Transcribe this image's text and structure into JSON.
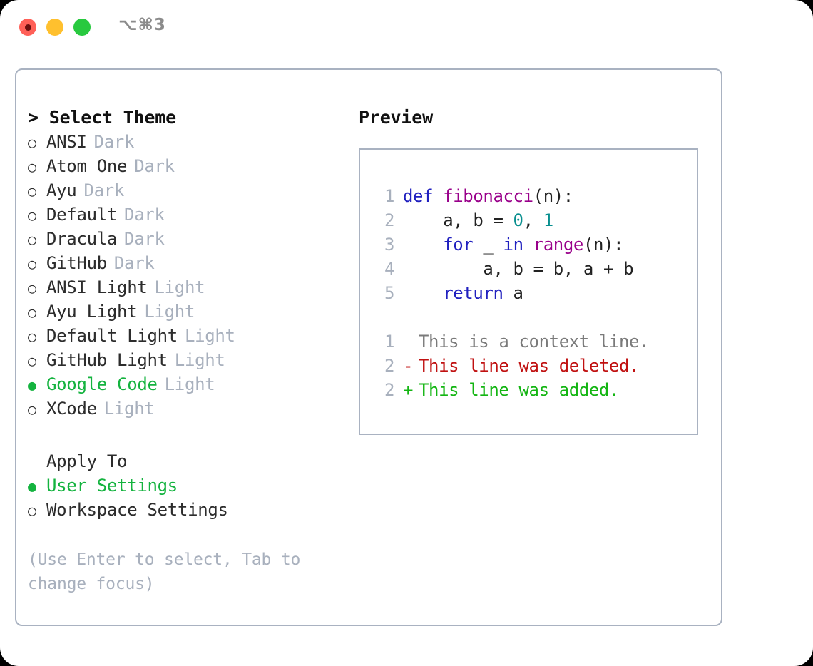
{
  "window": {
    "shortcut_label": "⌥⌘3",
    "traffic_lights": [
      {
        "name": "close",
        "color": "#ff6058"
      },
      {
        "name": "minimize",
        "color": "#ffc02e"
      },
      {
        "name": "maximize",
        "color": "#28c93f"
      }
    ]
  },
  "left": {
    "title_caret": ">",
    "title": "Select Theme",
    "themes": [
      {
        "marker": "○",
        "name": "ANSI",
        "variant": "Dark",
        "selected": false
      },
      {
        "marker": "○",
        "name": "Atom One",
        "variant": "Dark",
        "selected": false
      },
      {
        "marker": "○",
        "name": "Ayu",
        "variant": "Dark",
        "selected": false
      },
      {
        "marker": "○",
        "name": "Default",
        "variant": "Dark",
        "selected": false
      },
      {
        "marker": "○",
        "name": "Dracula",
        "variant": "Dark",
        "selected": false
      },
      {
        "marker": "○",
        "name": "GitHub",
        "variant": "Dark",
        "selected": false
      },
      {
        "marker": "○",
        "name": "ANSI Light",
        "variant": "Light",
        "selected": false
      },
      {
        "marker": "○",
        "name": "Ayu Light",
        "variant": "Light",
        "selected": false
      },
      {
        "marker": "○",
        "name": "Default Light",
        "variant": "Light",
        "selected": false
      },
      {
        "marker": "○",
        "name": "GitHub Light",
        "variant": "Light",
        "selected": false
      },
      {
        "marker": "●",
        "name": "Google Code",
        "variant": "Light",
        "selected": true
      },
      {
        "marker": "○",
        "name": "XCode",
        "variant": "Light",
        "selected": false
      }
    ],
    "apply_to_heading": "Apply To",
    "apply_to": [
      {
        "marker": "●",
        "name": "User Settings",
        "selected": true
      },
      {
        "marker": "○",
        "name": "Workspace Settings",
        "selected": false
      }
    ],
    "hint": "(Use Enter to select, Tab to change focus)"
  },
  "right": {
    "title": "Preview",
    "code": [
      {
        "lineno": "1",
        "tokens": [
          {
            "t": "def ",
            "c": "kw"
          },
          {
            "t": "fibonacci",
            "c": "fn"
          },
          {
            "t": "(n):",
            "c": "pl"
          }
        ]
      },
      {
        "lineno": "2",
        "tokens": [
          {
            "t": "    a, b = ",
            "c": "pl"
          },
          {
            "t": "0",
            "c": "num"
          },
          {
            "t": ", ",
            "c": "pl"
          },
          {
            "t": "1",
            "c": "num"
          }
        ]
      },
      {
        "lineno": "3",
        "tokens": [
          {
            "t": "    ",
            "c": "pl"
          },
          {
            "t": "for",
            "c": "kw"
          },
          {
            "t": " _ ",
            "c": "pl"
          },
          {
            "t": "in",
            "c": "kw"
          },
          {
            "t": " ",
            "c": "pl"
          },
          {
            "t": "range",
            "c": "fn"
          },
          {
            "t": "(n):",
            "c": "pl"
          }
        ]
      },
      {
        "lineno": "4",
        "tokens": [
          {
            "t": "        a, b = b, a + b",
            "c": "pl"
          }
        ]
      },
      {
        "lineno": "5",
        "tokens": [
          {
            "t": "    ",
            "c": "pl"
          },
          {
            "t": "return",
            "c": "kw"
          },
          {
            "t": " a",
            "c": "pl"
          }
        ]
      }
    ],
    "diff": [
      {
        "lineno": "1",
        "sign": " ",
        "text": "This is a context line.",
        "kind": "ctx"
      },
      {
        "lineno": "2",
        "sign": "-",
        "text": "This line was deleted.",
        "kind": "del"
      },
      {
        "lineno": "2",
        "sign": "+",
        "text": "This line was added.",
        "kind": "add"
      }
    ]
  },
  "colors": {
    "accent_green": "#14b33f",
    "muted": "#a8b0bd",
    "border": "#a9b2c1",
    "keyword": "#2020bf",
    "function": "#99008a",
    "number": "#088f8f",
    "diff_delete": "#c01111",
    "diff_add": "#13b512",
    "diff_context": "#7a7a7a"
  }
}
